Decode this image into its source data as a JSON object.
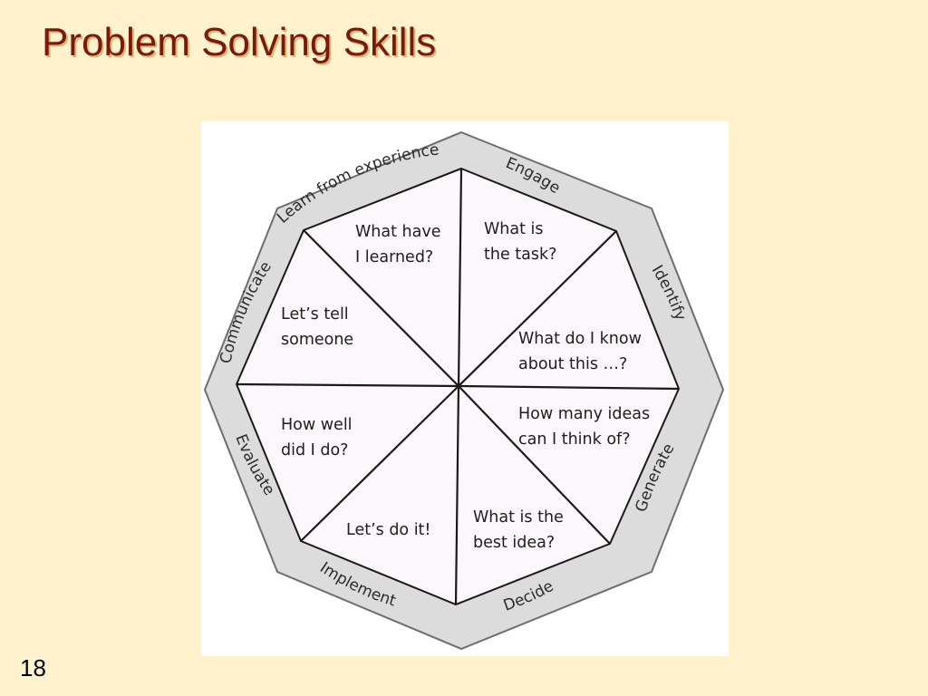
{
  "slide": {
    "title": "Problem Solving Skills",
    "page_number": "18"
  },
  "diagram": {
    "ring_labels": {
      "learn": "Learn from experience",
      "engage": "Engage",
      "identify": "Identify",
      "generate": "Generate",
      "decide": "Decide",
      "implement": "Implement",
      "evaluate": "Evaluate",
      "communicate": "Communicate"
    },
    "questions": {
      "learn": [
        "What have",
        "I learned?"
      ],
      "engage": [
        "What is",
        "the task?"
      ],
      "identify": [
        "What do I know",
        "about this …?"
      ],
      "generate": [
        "How many ideas",
        "can I think of?"
      ],
      "decide": [
        "What is the",
        "best idea?"
      ],
      "implement": [
        "Let’s do it!"
      ],
      "evaluate": [
        "How well",
        "did I do?"
      ],
      "communicate": [
        "Let’s tell",
        "someone"
      ]
    },
    "colors": {
      "ring_fill": "#DCDCDC",
      "ring_stroke": "#6E6E6E",
      "inner_fill": "#FBF7FB",
      "spoke": "#1A1A1A",
      "title": "#7A1A0C",
      "background": "#FFF2CC"
    }
  }
}
